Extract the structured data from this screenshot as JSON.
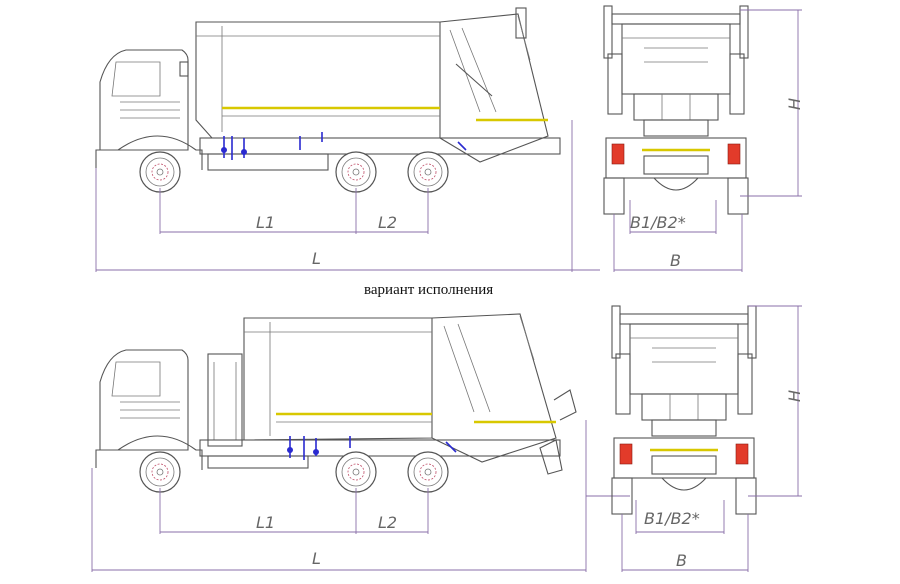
{
  "caption_middle": "вариант исполнения",
  "dimensions": {
    "overall_length": "L",
    "wheelbase_1": "L1",
    "wheelbase_2": "L2",
    "overall_width": "B",
    "track_width": "B1/B2*",
    "overall_height": "H"
  },
  "colors": {
    "hydraulics": "#2a2ad0",
    "body_stripe": "#d8c800",
    "tail_lights": "#e23b2a",
    "dimension_lines": "#8a6fa8"
  }
}
